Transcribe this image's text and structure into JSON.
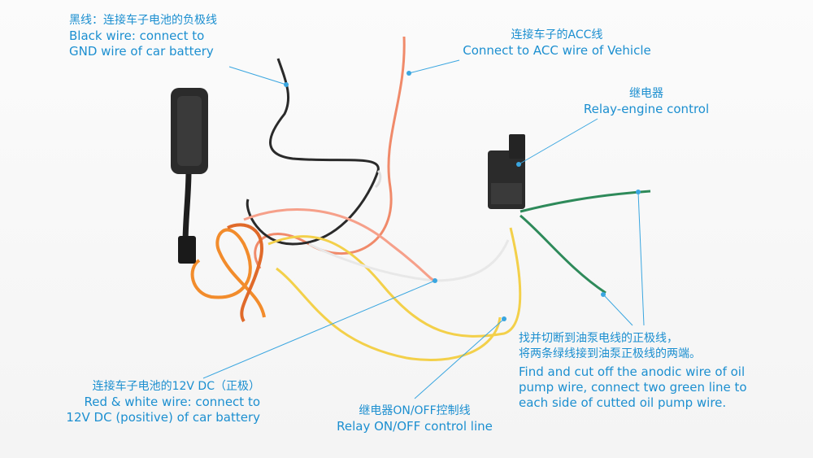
{
  "labels": {
    "black_wire": {
      "cn": "黑线：连接车子电池的负极线",
      "en1": "Black wire: connect to",
      "en2": "GND wire of car battery"
    },
    "acc_wire": {
      "cn": "连接车子的ACC线",
      "en1": "Connect to ACC wire of Vehicle"
    },
    "relay": {
      "cn": "继电器",
      "en1": "Relay-engine control"
    },
    "oil_pump": {
      "cn1": "找并切断到油泵电线的正极线，",
      "cn2": "将两条绿线接到油泵正极线的两端。",
      "en1": "Find and cut off the anodic  wire of oil",
      "en2": "pump wire, connect two green line to",
      "en3": "each side of cutted oil pump wire."
    },
    "power_wire": {
      "cn": "连接车子电池的12V DC（正极）",
      "en1": "Red & white wire: connect to",
      "en2": "12V DC (positive) of car battery"
    },
    "relay_control": {
      "cn": "继电器ON/OFF控制线",
      "en1": "Relay ON/OFF control line"
    }
  },
  "colors": {
    "label": "#1c8fd0",
    "pointer": "#3aa6e0",
    "black_wire": "#2a2a2a",
    "red_wire": "#f08a6a",
    "orange_wire": "#f28c2c",
    "yellow_wire": "#f3d04a",
    "green_wire": "#2e8a5a",
    "device": "#2b2b2b"
  },
  "icons": {
    "tracker": "gps-tracker-device-icon",
    "relay": "relay-module-icon"
  }
}
